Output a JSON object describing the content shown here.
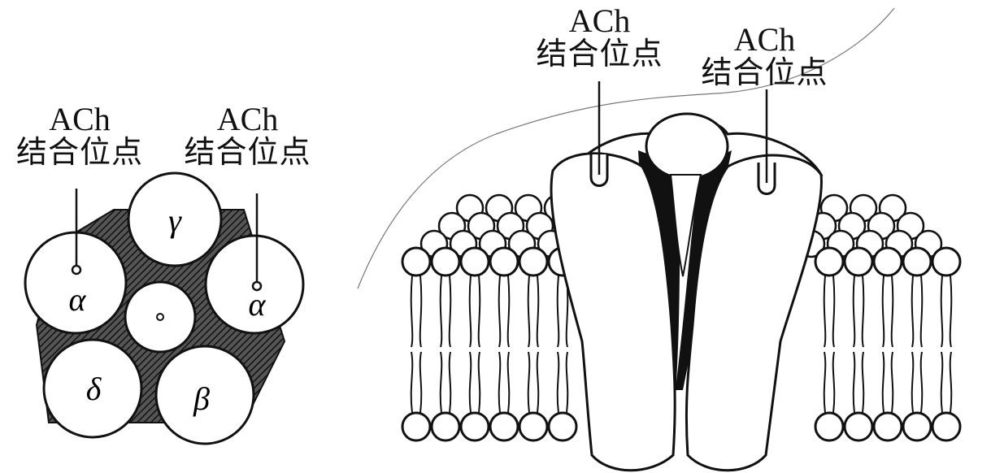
{
  "labels": {
    "pentamer_left": {
      "line1": "ACh",
      "line2": "结合位点"
    },
    "pentamer_right": {
      "line1": "ACh",
      "line2": "结合位点"
    },
    "channel_left": {
      "line1": "ACh",
      "line2": "结合位点"
    },
    "channel_right": {
      "line1": "ACh",
      "line2": "结合位点"
    }
  },
  "subunits": {
    "gamma": "γ",
    "alpha_left": "α",
    "alpha_right": "α",
    "delta": "δ",
    "beta": "β"
  }
}
